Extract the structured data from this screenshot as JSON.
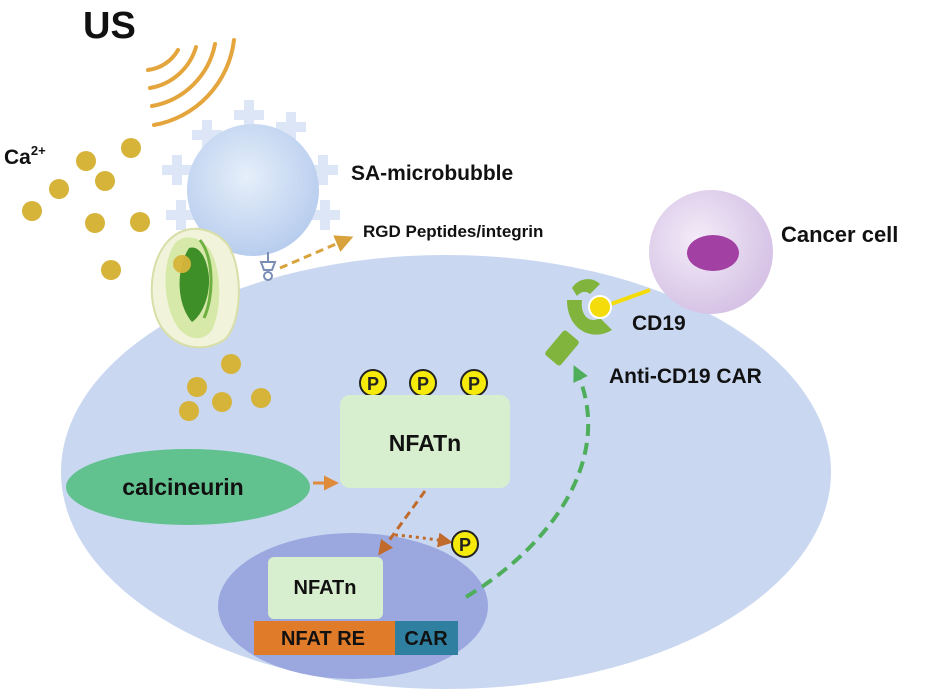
{
  "labels": {
    "us": "US",
    "ca_base": "Ca",
    "ca_sup": "2+",
    "microbubble": "SA-microbubble",
    "rgd": "RGD Peptides/integrin",
    "cancer_cell": "Cancer cell",
    "cd19": "CD19",
    "car_receptor": "Anti-CD19 CAR",
    "calcineurin": "calcineurin",
    "nfatn_cytoplasm": "NFATn",
    "nfatn_nucleus": "NFATn",
    "nfat_re": "NFAT RE",
    "car_gene": "CAR",
    "phosphate": "P"
  },
  "colors": {
    "cell": "#c9d7f1",
    "nucleus": "#9aa8df",
    "calcineurin": "#62c28f",
    "nfat_box": "#d8efcf",
    "nfat_re": "#e07b2a",
    "car_gene": "#2f7fa0",
    "calcium": "#d6b43a",
    "us_waves": "#e5a53d",
    "microbubble": "#c6d9f4",
    "cancer_cell": "#e4d4ef",
    "cancer_nucleus": "#a340a3",
    "car": "#80b43c",
    "cd19": "#f4dc0a",
    "green_arrow": "#4eae5b",
    "brown_arrow": "#c06a2b",
    "phosphate": "#f6ea0a"
  }
}
